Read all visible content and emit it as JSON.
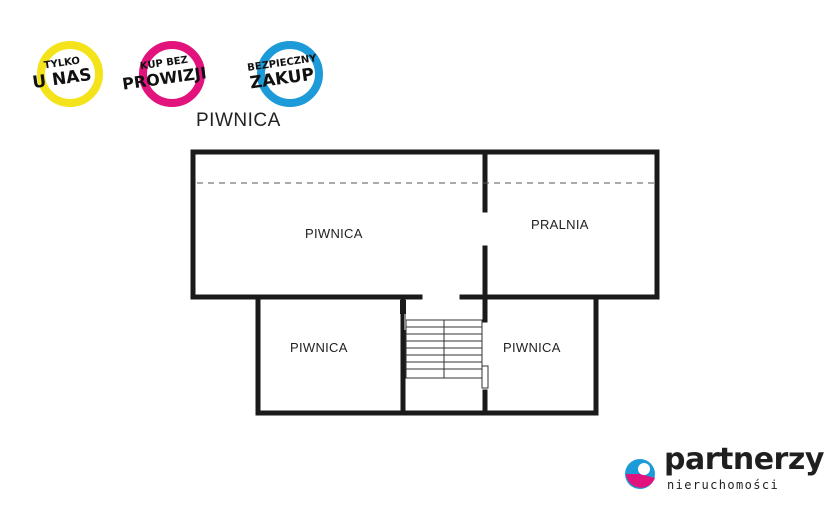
{
  "badges": [
    {
      "line1": "TYLKO",
      "line2": "U NAS",
      "color": "#f4e31a"
    },
    {
      "line1": "KUP BEZ",
      "line2": "PROWIZJI",
      "color": "#e2137c"
    },
    {
      "line1": "BEZPIECZNY",
      "line2": "ZAKUP",
      "color": "#1c9bd8"
    }
  ],
  "level_title": "PIWNICA",
  "rooms": {
    "piwnica_main": "PIWNICA",
    "pralnia": "PRALNIA",
    "piwnica_left": "PIWNICA",
    "piwnica_right": "PIWNICA"
  },
  "logo": {
    "word": "partnerzy",
    "sub": "nieruchomości",
    "colors": {
      "cyan": "#1c9bd8",
      "magenta": "#e2137c",
      "dark": "#1f1f1f"
    }
  },
  "wall_color": "#1a1a1a"
}
